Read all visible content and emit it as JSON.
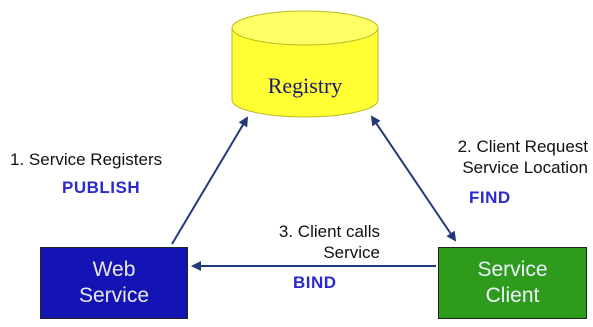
{
  "nodes": {
    "registry": {
      "label": "Registry",
      "color": "#ffff33"
    },
    "web_service": {
      "label": "Web\nService",
      "color": "#1414b4"
    },
    "service_client": {
      "label": "Service\nClient",
      "color": "#2f9b1c"
    }
  },
  "edges": {
    "publish": {
      "step_text": "1. Service Registers",
      "action": "PUBLISH"
    },
    "find": {
      "step_text": "2. Client Request\nService Location",
      "action": "FIND"
    },
    "bind": {
      "step_text": "3. Client calls\nService",
      "action": "BIND"
    }
  },
  "colors": {
    "arrow": "#223a7a",
    "action_text": "#2a2ad0"
  }
}
